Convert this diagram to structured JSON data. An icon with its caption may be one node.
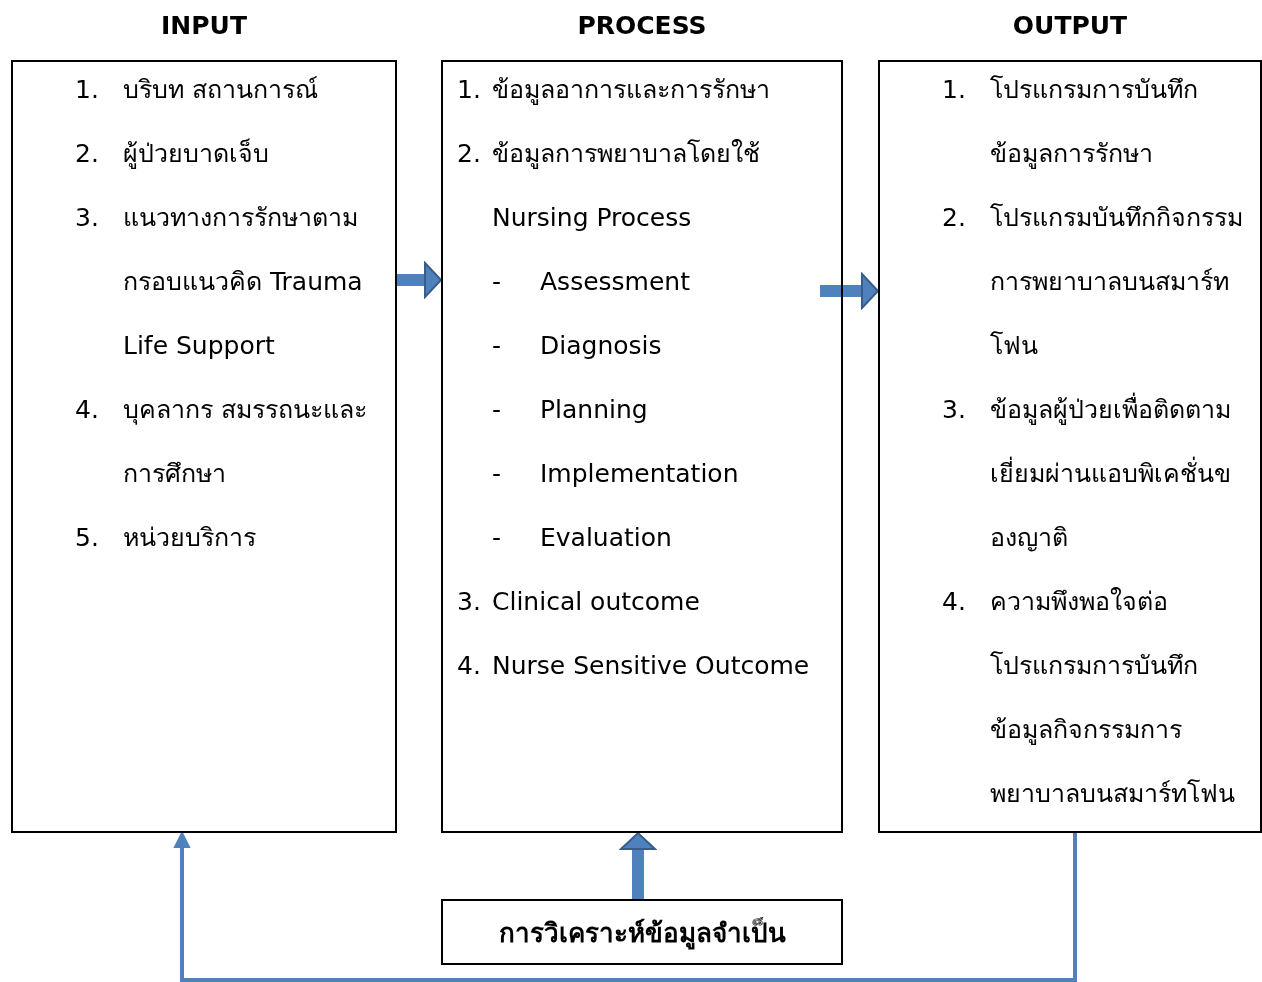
{
  "diagram": {
    "nodes": [
      {
        "text": [
          "INPUT",
          "1. บริบท สถานการณ์",
          "2. ผู้ป่วยบาดเจ็บ",
          "3. แนวทางการรักษาตามกรอบแนวคิด Trauma Life Support",
          "4. บุคลากร สมรรถนะและการศึกษา",
          "5. หน่วยบริการ"
        ]
      },
      {
        "text": [
          "PROCESS",
          "1. ข้อมูลอาการและการรักษา",
          "2. ข้อมูลการพยาบาลโดยใช้ Nursing Process",
          "- Assessment",
          "- Diagnosis",
          "- Planning",
          "- Implementation",
          "- Evaluation",
          "3. Clinical outcome",
          "4. Nurse Sensitive Outcome"
        ]
      },
      {
        "text": [
          "OUTPUT",
          "1. โปรแกรมการบันทึกข้อมูลการรักษา",
          "2. โปรแกรมบันทึกกิจกรรมการพยาบาลบนสมาร์ทโฟน",
          "3. ข้อมูลผู้ป่วยเพื่อติดตามเยี่ยมผ่านแอบพิเคชั่นของญาติ",
          "4. ความพึงพอใจต่อโปรแกรมการบันทึกข้อมูลกิจกรรมการพยาบาลบนสมาร์ทโฟน"
        ]
      },
      {
        "text": [
          "การวิเคราะห์ข้อมูลจำเป็น"
        ]
      }
    ],
    "edges": [
      {
        "from": 0,
        "to": 1,
        "arrow": "to"
      },
      {
        "from": 1,
        "to": 2,
        "arrow": "to"
      },
      {
        "from": 3,
        "to": 1,
        "arrow": "to"
      },
      {
        "from": 2,
        "to": 0,
        "arrow": "to"
      }
    ]
  }
}
